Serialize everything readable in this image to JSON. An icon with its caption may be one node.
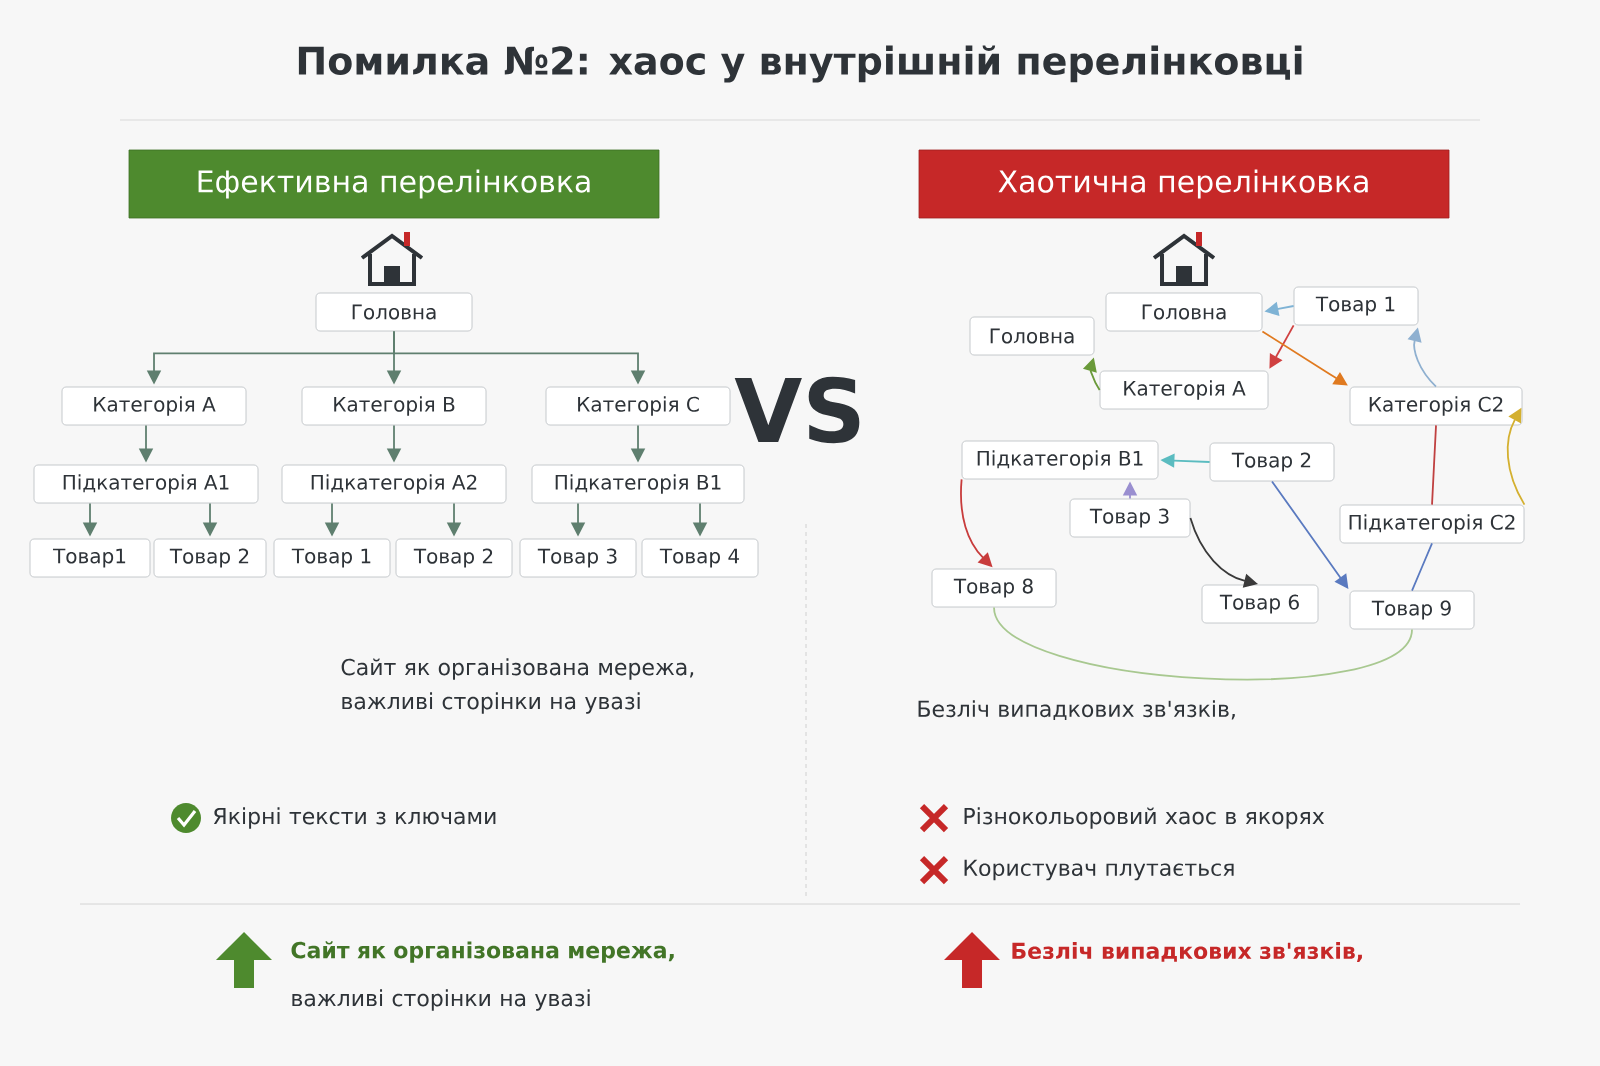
{
  "diagram": {
    "title": "Помилка №2: хаос у внутрішній перелінковці",
    "nodes": [
      {
        "text": [
          "Ефективна перелінковка"
        ]
      },
      {
        "text": [
          "Хаотична перелінковка"
        ]
      },
      {
        "text": [
          "Головна"
        ]
      },
      {
        "text": [
          "Категорія A"
        ]
      },
      {
        "text": [
          "Категорія B"
        ]
      },
      {
        "text": [
          "Категорія C"
        ]
      },
      {
        "text": [
          "Підкатегорія A1"
        ]
      },
      {
        "text": [
          "Підкатегорія A2"
        ]
      },
      {
        "text": [
          "Підкатегорія B1"
        ]
      },
      {
        "text": [
          "Товар1"
        ]
      },
      {
        "text": [
          "Товар 2"
        ]
      },
      {
        "text": [
          "Товар 1"
        ]
      },
      {
        "text": [
          "Товар 2"
        ]
      },
      {
        "text": [
          "Товар 3"
        ]
      },
      {
        "text": [
          "Товар 4"
        ]
      },
      {
        "text": [
          "Головна"
        ]
      },
      {
        "text": [
          "Товар 1"
        ]
      },
      {
        "text": [
          "Головна"
        ]
      },
      {
        "text": [
          "Категорія A"
        ]
      },
      {
        "text": [
          "Категорія C2"
        ]
      },
      {
        "text": [
          "Підкатегорія B1"
        ]
      },
      {
        "text": [
          "Товар 2"
        ]
      },
      {
        "text": [
          "Товар 3"
        ]
      },
      {
        "text": [
          "Підкатегорія C2"
        ]
      },
      {
        "text": [
          "Товар 8"
        ]
      },
      {
        "text": [
          "Товар 6"
        ]
      },
      {
        "text": [
          "Товар 9"
        ]
      }
    ],
    "edges": [
      {
        "from": 2,
        "to": 3,
        "arrow": "to"
      },
      {
        "from": 2,
        "to": 4,
        "arrow": "to"
      },
      {
        "from": 2,
        "to": 5,
        "arrow": "to"
      },
      {
        "from": 3,
        "to": 6,
        "arrow": "to"
      },
      {
        "from": 4,
        "to": 7,
        "arrow": "to"
      },
      {
        "from": 5,
        "to": 8,
        "arrow": "to"
      },
      {
        "from": 6,
        "to": 9,
        "arrow": "to"
      },
      {
        "from": 6,
        "to": 10,
        "arrow": "to"
      },
      {
        "from": 7,
        "to": 11,
        "arrow": "to"
      },
      {
        "from": 7,
        "to": 12,
        "arrow": "to"
      },
      {
        "from": 8,
        "to": 13,
        "arrow": "to"
      },
      {
        "from": 8,
        "to": 14,
        "arrow": "to"
      },
      {
        "from": 16,
        "to": 15,
        "arrow": "to",
        "color": "#7fb3d5"
      },
      {
        "from": 18,
        "to": 17,
        "arrow": "to",
        "color": "#6a9a3a"
      },
      {
        "from": 16,
        "to": 18,
        "arrow": "to",
        "color": "#d04040"
      },
      {
        "from": 19,
        "to": 16,
        "arrow": "to",
        "color": "#8fb0d0"
      },
      {
        "from": 21,
        "to": 20,
        "arrow": "to",
        "color": "#5bbcc0"
      },
      {
        "from": 20,
        "to": 24,
        "arrow": "to",
        "color": "#c83c3c"
      },
      {
        "from": 22,
        "to": 20,
        "arrow": "to",
        "color": "#9a8fd0"
      },
      {
        "from": 22,
        "to": 25,
        "arrow": "to",
        "color": "#3a3a3a"
      },
      {
        "from": 15,
        "to": 19,
        "arrow": "to",
        "color": "#e07a20"
      },
      {
        "from": 23,
        "to": 19,
        "arrow": "to",
        "color": "#d4b030"
      },
      {
        "from": 26,
        "to": 23,
        "arrow": "none",
        "color": "#5a7ac0"
      },
      {
        "from": 24,
        "to": 26,
        "arrow": "none",
        "color": "#a8c890"
      },
      {
        "from": 21,
        "to": 26,
        "arrow": "to",
        "color": "#5a7ac0"
      },
      {
        "from": 19,
        "to": 23,
        "arrow": "none",
        "color": "#c04040"
      }
    ],
    "labels": [
      "VS",
      "Сайт як організована мережа, важливі сторінки на увазі",
      "Якірні тексти з ключами",
      "Безліч випадкових зв'язків,",
      "Різнокольоровий хаос в якорях",
      "Користувач плутається",
      "Сайт як організована мережа,",
      "важливі сторінки на увазі",
      "Безліч випадкових зв'язків,"
    ]
  }
}
